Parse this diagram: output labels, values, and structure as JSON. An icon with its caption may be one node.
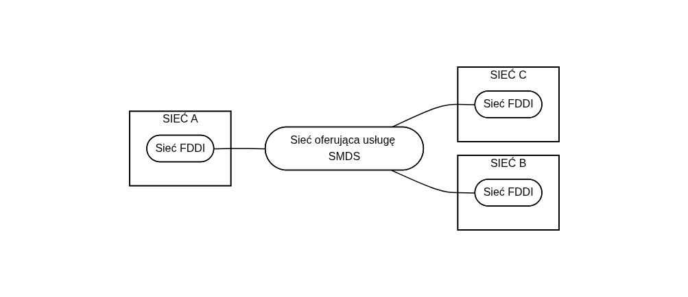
{
  "diagram": {
    "nodes": [
      {
        "text": [
          "SIEĆ A"
        ]
      },
      {
        "text": [
          "Sieć FDDI"
        ],
        "in": 0
      },
      {
        "text": [
          "Sieć oferująca usługę SMDS"
        ]
      },
      {
        "text": [
          "SIEĆ B"
        ]
      },
      {
        "text": [
          "Sieć FDDI"
        ],
        "in": 3
      },
      {
        "text": [
          "SIEĆ C"
        ]
      },
      {
        "text": [
          "Sieć FDDI"
        ],
        "in": 5
      }
    ],
    "edges": [
      {
        "from": 1,
        "to": 2,
        "arrow": "none"
      },
      {
        "from": 2,
        "to": 4,
        "arrow": "none"
      },
      {
        "from": 2,
        "to": 6,
        "arrow": "none"
      }
    ]
  }
}
